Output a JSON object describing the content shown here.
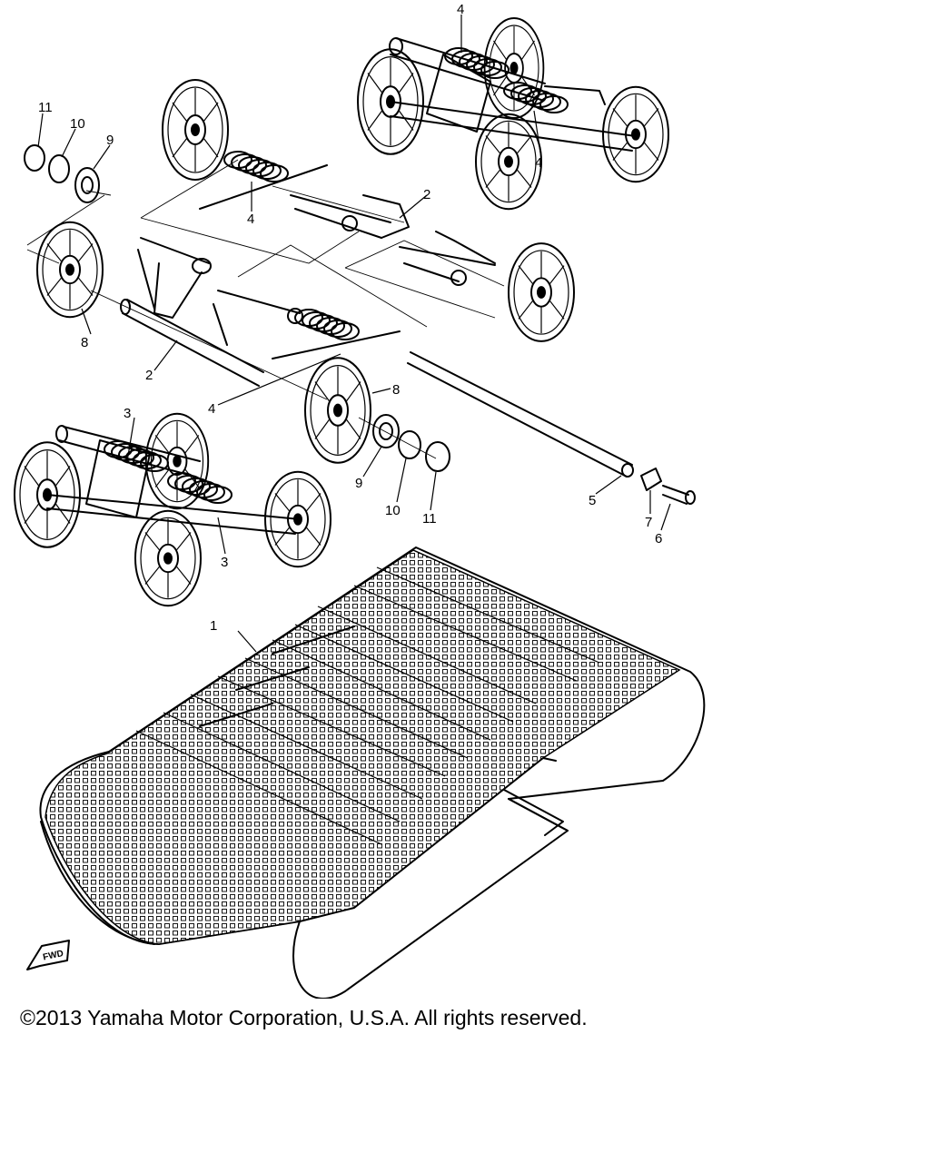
{
  "diagram": {
    "callouts": [
      {
        "id": "callout-1",
        "label": "1"
      },
      {
        "id": "callout-2-upper",
        "label": "2"
      },
      {
        "id": "callout-2-lower",
        "label": "2"
      },
      {
        "id": "callout-3-left",
        "label": "3"
      },
      {
        "id": "callout-3-right",
        "label": "3"
      },
      {
        "id": "callout-4-top",
        "label": "4"
      },
      {
        "id": "callout-4-upper-right",
        "label": "4"
      },
      {
        "id": "callout-4-middle",
        "label": "4"
      },
      {
        "id": "callout-4-lower",
        "label": "4"
      },
      {
        "id": "callout-5",
        "label": "5"
      },
      {
        "id": "callout-6",
        "label": "6"
      },
      {
        "id": "callout-7",
        "label": "7"
      },
      {
        "id": "callout-8-left",
        "label": "8"
      },
      {
        "id": "callout-8-right",
        "label": "8"
      },
      {
        "id": "callout-9-upper",
        "label": "9"
      },
      {
        "id": "callout-9-lower",
        "label": "9"
      },
      {
        "id": "callout-10-upper",
        "label": "10"
      },
      {
        "id": "callout-10-lower",
        "label": "10"
      },
      {
        "id": "callout-11-upper",
        "label": "11"
      },
      {
        "id": "callout-11-lower",
        "label": "11"
      }
    ],
    "fwd_mark": "FWD"
  },
  "footer": {
    "copyright": "©2013 Yamaha Motor Corporation, U.S.A. All rights reserved."
  }
}
